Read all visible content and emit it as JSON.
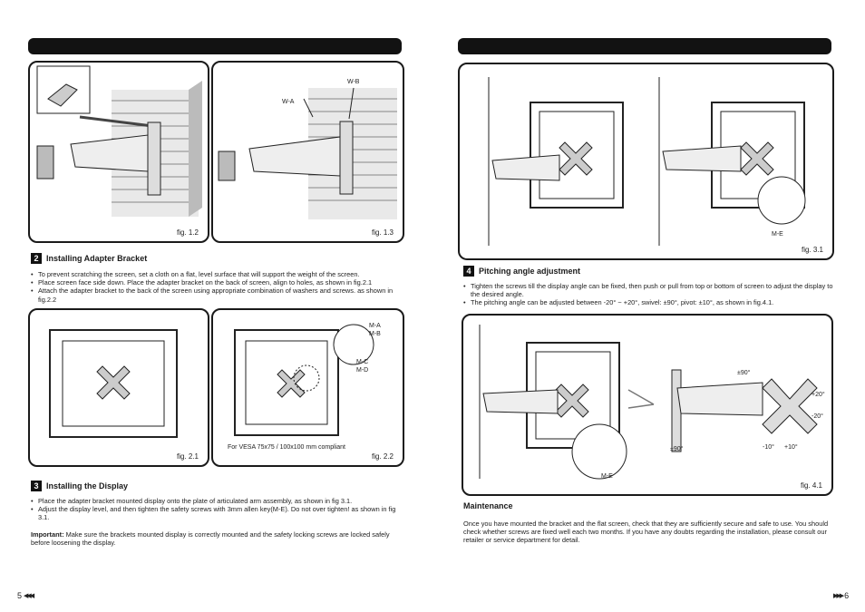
{
  "left": {
    "fig_1_2": "fig. 1.2",
    "fig_1_3": "fig. 1.3",
    "label_wb": "W-B",
    "label_wa": "W-A",
    "section2": {
      "num": "2",
      "title": "Installing Adapter Bracket",
      "bullets": [
        "To prevent scratching the screen, set a cloth on a flat, level surface that will support the weight of the screen.",
        "Place screen face side down. Place the adapter bracket  on the back of screen, align to holes, as shown in fig.2.1",
        "Attach the adapter bracket to the back of the  screen using appropriate combination of washers and screws. as shown in fig.2.2"
      ]
    },
    "fig_2_1": "fig. 2.1",
    "fig_2_2": "fig. 2.2",
    "vesa_note": "For VESA 75x75 / 100x100 mm compliant",
    "labels_2_2": [
      "M-A",
      "M-B",
      "M-C",
      "M-D"
    ],
    "section3": {
      "num": "3",
      "title": "Installing  the  Display",
      "bullets": [
        "Place the adapter bracket mounted display onto the plate of articulated arm assembly, as shown in fig 3.1.",
        "Adjust the display level, and then tighten the safety screws with 3mm allen key(M-E). Do not over tighten! as shown in fig 3.1."
      ],
      "important_label": "Important:",
      "important_text": " Make sure the brackets mounted display is correctly mounted and the safety locking screws are locked safely before loosening the display."
    },
    "page_number": "5"
  },
  "right": {
    "fig_3_1": "fig. 3.1",
    "label_me": "M-E",
    "section4": {
      "num": "4",
      "title": "Pitching angle adjustment",
      "bullets": [
        "Tighten the screws till the display angle can be fixed, then push or pull from top or bottom of screen to adjust the display to the desired angle.",
        "The pitching angle can be adjusted between -20° ~ +20°, swivel: ±90°, pivot: ±10°, as shown in fig.4.1."
      ]
    },
    "fig_4_1": "fig. 4.1",
    "label_me_2": "M-E",
    "angles": {
      "top_swivel": "±90°",
      "bottom_swivel": "±90°",
      "plus20": "+20°",
      "minus20": "-20°",
      "minus10": "-10°",
      "plus10": "+10°"
    },
    "maintenance": {
      "title": "Maintenance",
      "text": "Once you have mounted the bracket and the flat screen, check that they are sufficiently secure and safe to use. You should check whether screws are fixed well each two months. If you have any doubts regarding the installation, please consult our retailer or service department for detail."
    },
    "page_number": "6"
  }
}
